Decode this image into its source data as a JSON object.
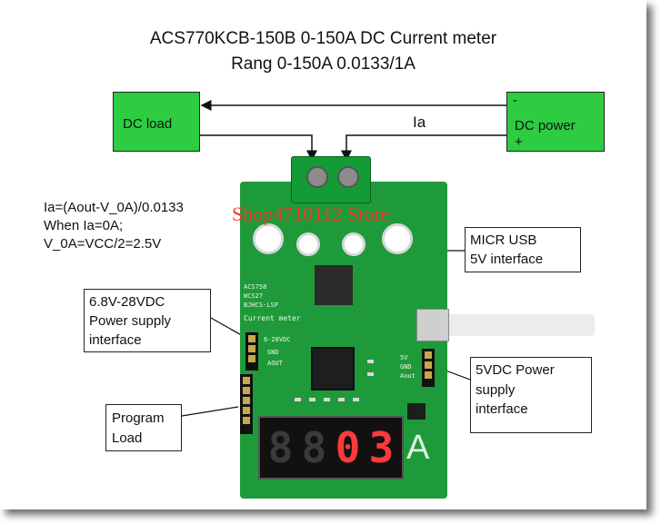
{
  "title": {
    "line1": "ACS770KCB-150B 0-150A  DC Current meter",
    "line2": "Rang 0-150A    0.0133/1A"
  },
  "dc_load": {
    "label": "DC load"
  },
  "dc_power": {
    "minus": "-",
    "label": "DC power",
    "plus": "+"
  },
  "current_label": "Ia",
  "formula": {
    "line1": "Ia=(Aout-V_0A)/0.0133",
    "line2": "When Ia=0A;",
    "line3": "V_0A=VCC/2=2.5V"
  },
  "usb_box": {
    "line1": "MICR USB",
    "line2": "5V  interface"
  },
  "power_box": {
    "line1": "6.8V-28VDC",
    "line2": "Power supply",
    "line3": "interface"
  },
  "program_box": {
    "line1": "Program",
    "line2": "Load"
  },
  "vdc_box": {
    "line1": "5VDC Power",
    "line2": "supply",
    "line3": "interface"
  },
  "watermark": "Shop4710112 Store",
  "board": {
    "silk_acs": "ACS758",
    "silk_wcs": "WCS27",
    "silk_bj": "BJHCS-LSP",
    "silk_meter": "Current meter",
    "silk_vin": "6-28VDC",
    "silk_gnd": "GND",
    "silk_aout": "AOUT",
    "silk_5v": "5V",
    "silk_gnd2": "GND",
    "silk_aout2": "Aout",
    "digits": [
      "8",
      "8",
      "0",
      "3"
    ],
    "unit": "A"
  },
  "colors": {
    "label_box": "#2ecc40",
    "pcb": "#1f9a3a",
    "segment_on": "#ff3a3a",
    "watermark": "#ee3b2a"
  }
}
